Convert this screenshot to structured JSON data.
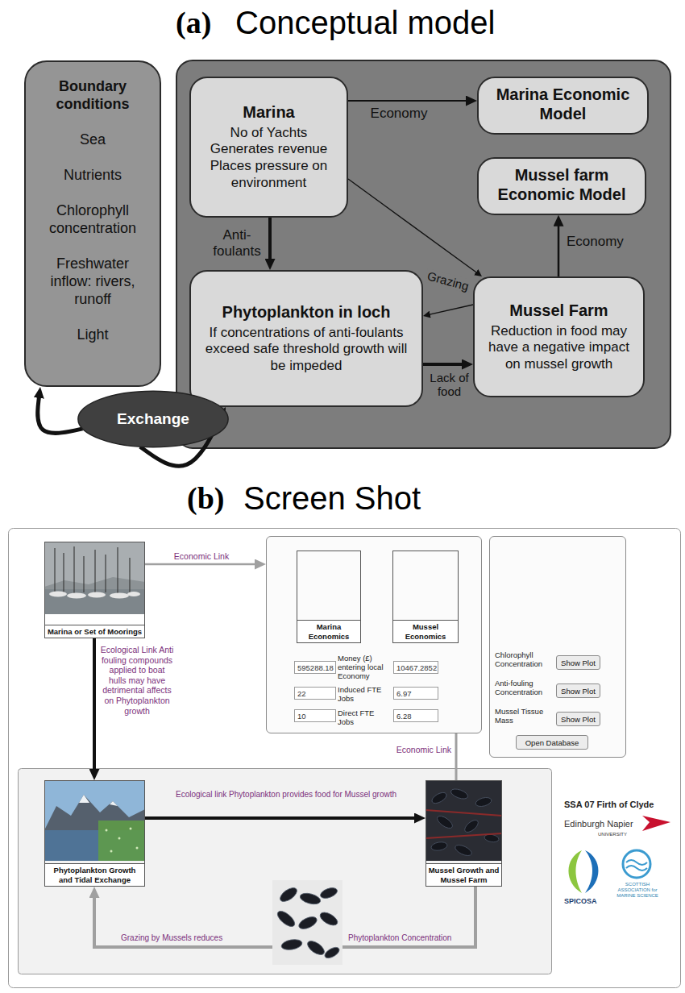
{
  "diagram": {
    "nodes": [
      {
        "text": [
          "Boundary conditions",
          "Sea",
          "Nutrients",
          "Chlorophyll concentration",
          "Freshwater inflow: rivers, runoff",
          "Light"
        ]
      },
      {
        "text": [
          "Marina",
          "No of Yachts",
          "Generates revenue",
          "Places pressure on environment"
        ]
      },
      {
        "text": [
          "Marina Economic Model"
        ]
      },
      {
        "text": [
          "Mussel farm Economic Model"
        ]
      },
      {
        "text": [
          "Phytoplankton in loch",
          "If concentrations of anti-foulants exceed safe threshold growth will be impeded"
        ]
      },
      {
        "text": [
          "Mussel Farm",
          "Reduction in food may have a negative impact on mussel growth"
        ]
      },
      {
        "text": [
          "Exchange"
        ]
      },
      {
        "text": [
          "Marina or Set of Moorings"
        ]
      },
      {
        "text": [
          "Money (£) entering local Economy",
          "Induced FTE Jobs",
          "Direct FTE Jobs"
        ]
      },
      {
        "text": [
          "Marina Economics"
        ],
        "in": 8
      },
      {
        "text": [
          "Mussel Economics"
        ],
        "in": 8
      },
      {
        "text": [
          "595288.18"
        ],
        "in": 8
      },
      {
        "text": [
          "22"
        ],
        "in": 8
      },
      {
        "text": [
          "10"
        ],
        "in": 8
      },
      {
        "text": [
          "10467.2852"
        ],
        "in": 8
      },
      {
        "text": [
          "6.97"
        ],
        "in": 8
      },
      {
        "text": [
          "6.28"
        ],
        "in": 8
      },
      {
        "text": [
          "Chlorophyll Concentration",
          "Anti-fouling Concentration",
          "Mussel Tissue Mass"
        ]
      },
      {
        "text": [
          "Show Plot"
        ],
        "in": 17
      },
      {
        "text": [
          "Show Plot"
        ],
        "in": 17
      },
      {
        "text": [
          "Show Plot"
        ],
        "in": 17
      },
      {
        "text": [
          "Open Database"
        ],
        "in": 17
      },
      {
        "text": [
          "Phytoplankton Growth and Tidal Exchange"
        ]
      },
      {
        "text": [
          "Mussel Growth and Mussel Farm"
        ]
      }
    ],
    "edges": [
      {
        "from": 1,
        "to": 2,
        "arrow": "to",
        "label": "Economy"
      },
      {
        "from": 1,
        "to": 4,
        "arrow": "to",
        "label": "Anti- foulants"
      },
      {
        "from": 1,
        "to": 5,
        "arrow": "to"
      },
      {
        "from": 5,
        "to": 4,
        "arrow": "to",
        "label": "Grazing"
      },
      {
        "from": 4,
        "to": 5,
        "arrow": "to",
        "label": "Lack of food"
      },
      {
        "from": 5,
        "to": 3,
        "arrow": "to",
        "label": "Economy"
      },
      {
        "from": 6,
        "to": 0,
        "arrow": "to"
      },
      {
        "from": 6,
        "to": 4,
        "arrow": "to"
      },
      {
        "from": 7,
        "to": 8,
        "arrow": "to",
        "label": "Economic Link"
      },
      {
        "from": 7,
        "to": 22,
        "arrow": "to",
        "label": "Ecological Link Anti fouling compounds applied to boat hulls may have detrimental affects on Phytoplankton growth"
      },
      {
        "from": 22,
        "to": 23,
        "arrow": "to",
        "label": "Ecological link Phytoplankton provides food for Mussel growth"
      },
      {
        "from": 23,
        "to": 10,
        "arrow": "to",
        "label": "Economic Link"
      },
      {
        "from": 23,
        "to": 22,
        "arrow": "to",
        "label": "Grazing by Mussels reduces"
      }
    ],
    "labels": [
      "(a)",
      "Conceptual model",
      "(b)",
      "Screen Shot",
      "Phytoplankton Concentration",
      "SSA 07 Firth of Clyde",
      "Edinburgh Napier",
      "UNIVERSITY",
      "SPICOSA",
      "SCOTTISH ASSOCIATION for MARINE SCIENCE"
    ]
  }
}
